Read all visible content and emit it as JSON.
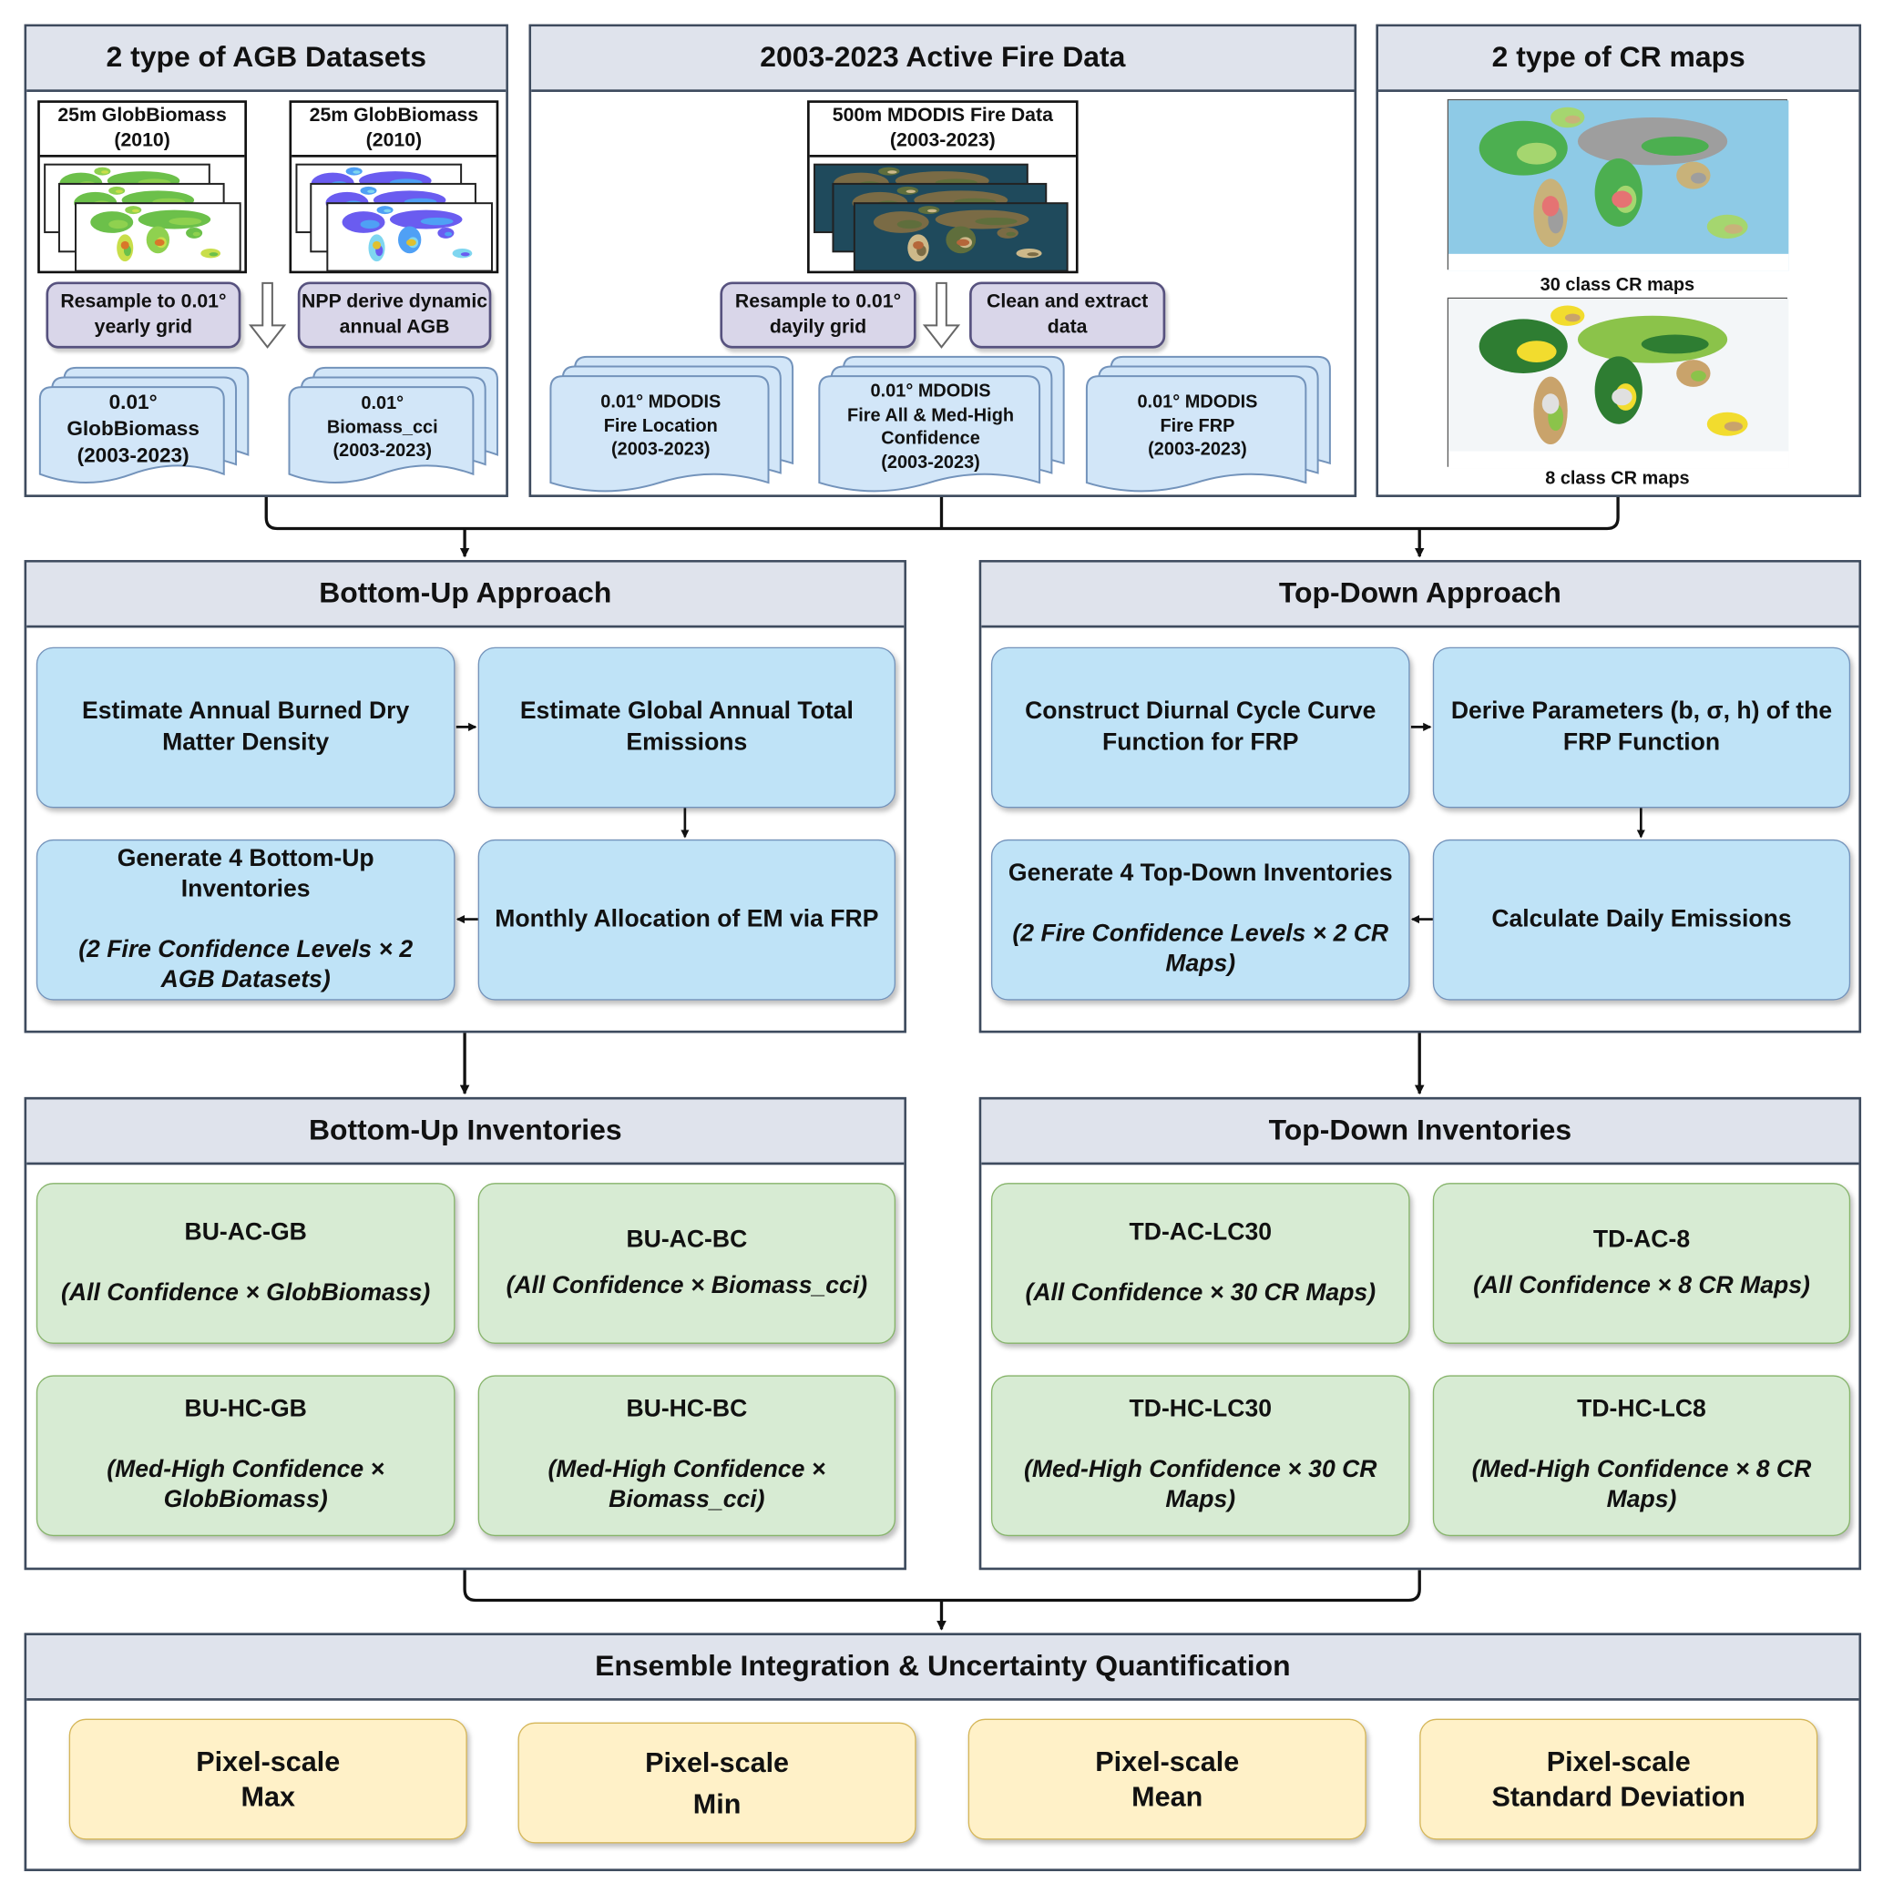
{
  "agb_panel": {
    "title": "2 type of AGB Datasets",
    "cards": [
      "25m GlobBiomass\n(2010)",
      "25m GlobBiomass\n(2010)"
    ],
    "steps": [
      "Resample to 0.01°\nyearly grid",
      "NPP derive dynamic\nannual AGB"
    ],
    "outputs": [
      "0.01°\nGlobBiomass\n(2003-2023)",
      "0.01°\nBiomass_cci\n(2003-2023)"
    ]
  },
  "fire_panel": {
    "title": "2003-2023 Active Fire Data",
    "card": "500m MDODIS Fire Data\n(2003-2023)",
    "steps": [
      "Resample to 0.01°\ndayily grid",
      "Clean and extract\ndata"
    ],
    "outputs": [
      "0.01° MDODIS\nFire Location\n(2003-2023)",
      "0.01° MDODIS\nFire All & Med-High\nConfidence\n(2003-2023)",
      "0.01° MDODIS\nFire FRP\n(2003-2023)"
    ]
  },
  "cr_panel": {
    "title": "2 type of CR maps",
    "maps": [
      "30 class CR maps",
      "8 class CR maps"
    ]
  },
  "bottom_up": {
    "title": "Bottom-Up Approach",
    "steps": [
      {
        "title": "Estimate Annual Burned Dry\nMatter Density"
      },
      {
        "title": "Estimate Global Annual Total\nEmissions"
      },
      {
        "title": "Generate 4 Bottom-Up\nInventories",
        "sub": "(2 Fire Confidence Levels × 2\nAGB Datasets)"
      },
      {
        "title": "Monthly Allocation of EM via FRP"
      }
    ]
  },
  "top_down": {
    "title": "Top-Down Approach",
    "steps": [
      {
        "title": "Construct Diurnal Cycle Curve\nFunction for FRP"
      },
      {
        "title": "Derive Parameters (b, σ, h) of the\nFRP Function"
      },
      {
        "title": "Generate 4 Top-Down Inventories",
        "sub": "(2 Fire Confidence Levels × 2 CR\nMaps)"
      },
      {
        "title": "Calculate Daily Emissions"
      }
    ]
  },
  "bu_inventories": {
    "title": "Bottom-Up Inventories",
    "items": [
      {
        "title": "BU-AC-GB",
        "sub": "(All Confidence × GlobBiomass)"
      },
      {
        "title": "BU-AC-BC",
        "sub": "(All Confidence × Biomass_cci)"
      },
      {
        "title": "BU-HC-GB",
        "sub": "(Med-High Confidence ×\nGlobBiomass)"
      },
      {
        "title": "BU-HC-BC",
        "sub": "(Med-High Confidence ×\nBiomass_cci)"
      }
    ]
  },
  "td_inventories": {
    "title": "Top-Down Inventories",
    "items": [
      {
        "title": "TD-AC-LC30",
        "sub": "(All Confidence × 30 CR Maps)"
      },
      {
        "title": "TD-AC-8",
        "sub": "(All Confidence × 8 CR Maps)"
      },
      {
        "title": "TD-HC-LC30",
        "sub": "(Med-High Confidence × 30 CR\nMaps)"
      },
      {
        "title": "TD-HC-LC8",
        "sub": "(Med-High Confidence × 8 CR\nMaps)"
      }
    ]
  },
  "ensemble": {
    "title": "Ensemble Integration & Uncertainty Quantification",
    "items": [
      "Pixel-scale\nMax",
      "Pixel-scale\nMin",
      "Pixel-scale\nMean",
      "Pixel-scale\nStandard Deviation"
    ]
  },
  "colors": {
    "border": "#3e4b5e",
    "header": "#dfe3ec",
    "blue": "#bfe3f7",
    "green": "#d7ebd3",
    "yellow": "#fff1c8",
    "purple": "#d9d6e9"
  }
}
